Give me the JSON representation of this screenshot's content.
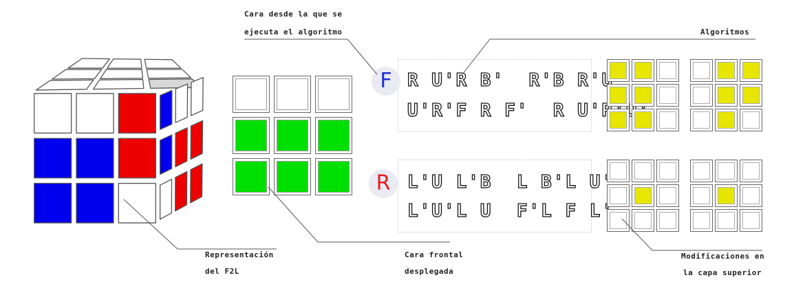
{
  "labels": {
    "face_from": [
      "Cara desde la que se",
      "ejecuta el algoritmo"
    ],
    "algorithms": "Algoritmos",
    "f2l": [
      "Representación",
      "del F2L"
    ],
    "front_face": [
      "Cara frontal",
      "desplegada"
    ],
    "upper_layer": [
      "Modificaciones en",
      "la capa superior"
    ]
  },
  "colors": {
    "white": "#ffffff",
    "blue": "#0000ee",
    "red": "#ee0000",
    "green": "#00e000",
    "yellow": "#e6e600",
    "grey": "#d8d8d8",
    "badge_f": "#1e2fd0",
    "badge_r": "#e02020"
  },
  "cube": {
    "front": [
      [
        "white",
        "white",
        "red"
      ],
      [
        "blue",
        "blue",
        "red"
      ],
      [
        "blue",
        "blue",
        "white"
      ]
    ],
    "right": [
      [
        "blue",
        "white",
        "white"
      ],
      [
        "blue",
        "red",
        "red"
      ],
      [
        "white",
        "red",
        "red"
      ]
    ],
    "top": [
      [
        "white",
        "white",
        "white"
      ],
      [
        "white",
        "white",
        "white"
      ],
      [
        "white",
        "white",
        "grey"
      ]
    ]
  },
  "front_face_grid": [
    "white",
    "white",
    "white",
    "green",
    "green",
    "green",
    "green",
    "green",
    "green"
  ],
  "algorithms": [
    {
      "face": "F",
      "badge_color_key": "badge_f",
      "lines": [
        "R U'R B'  R'B R'U",
        "U'R'F R F'  R U'R'U'"
      ],
      "patterns": [
        [
          "yellow",
          "yellow",
          "white",
          "yellow",
          "yellow",
          "white",
          "yellow",
          "yellow",
          "white"
        ],
        [
          "white",
          "yellow",
          "yellow",
          "white",
          "yellow",
          "yellow",
          "white",
          "yellow",
          "white"
        ]
      ]
    },
    {
      "face": "R",
      "badge_color_key": "badge_r",
      "lines": [
        "L'U L'B  L B'L U'",
        "L'U'L U  F'L F L'"
      ],
      "patterns": [
        [
          "white",
          "white",
          "white",
          "white",
          "yellow",
          "white",
          "white",
          "white",
          "white"
        ],
        [
          "white",
          "white",
          "white",
          "white",
          "yellow",
          "white",
          "white",
          "white",
          "white"
        ]
      ]
    }
  ]
}
